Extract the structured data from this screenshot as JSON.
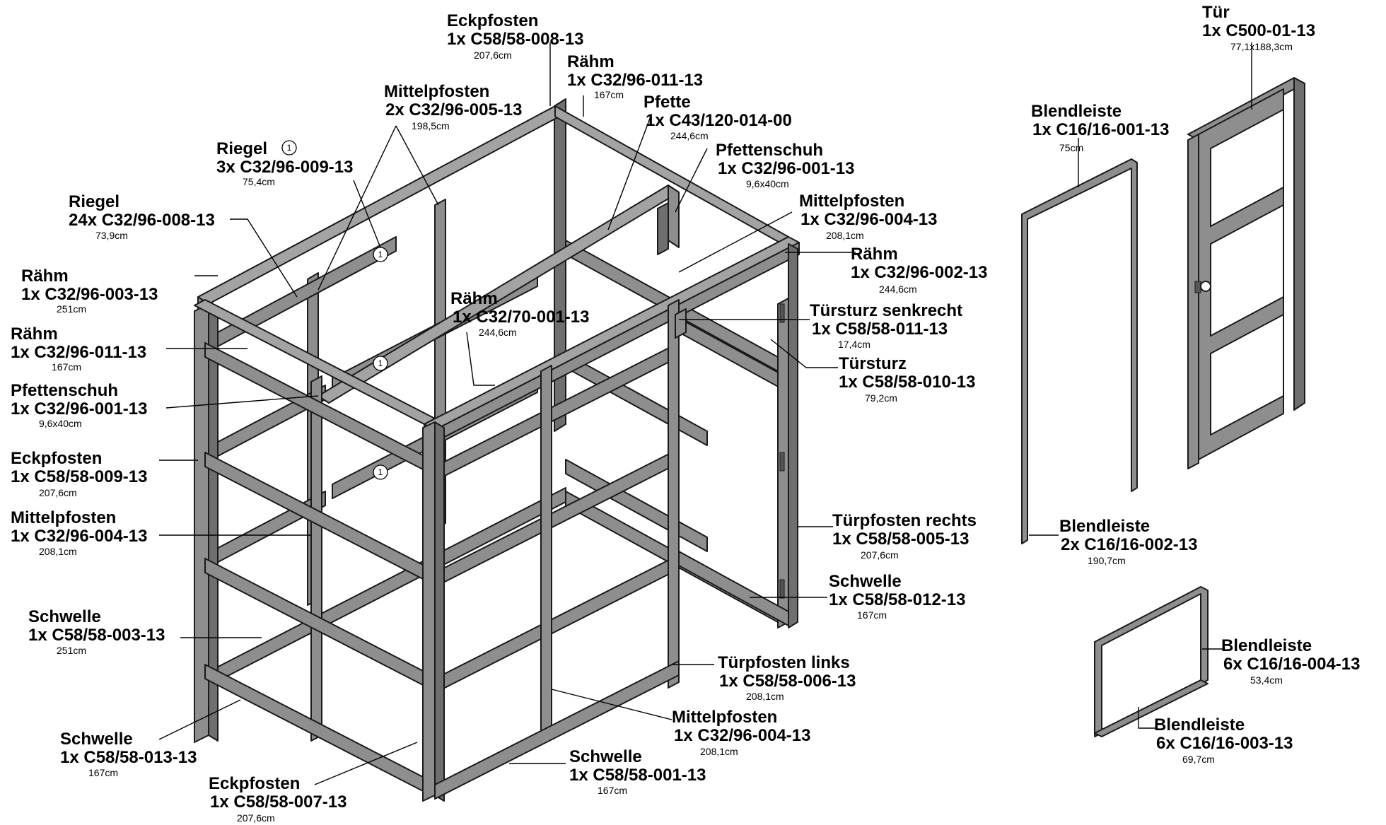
{
  "labels": {
    "eckpfosten_top": {
      "name": "Eckpfosten",
      "code": "1x C58/58-008-13",
      "dim": "207,6cm"
    },
    "raehm_top": {
      "name": "Rähm",
      "code": "1x C32/96-011-13",
      "dim": "167cm"
    },
    "mittelpfosten_top": {
      "name": "Mittelpfosten",
      "code": "2x C32/96-005-13",
      "dim": "198,5cm"
    },
    "pfette": {
      "name": "Pfette",
      "code": "1x C43/120-014-00",
      "dim": "244,6cm"
    },
    "riegel_1": {
      "name": "Riegel",
      "marker": "1",
      "code": "3x C32/96-009-13",
      "dim": "75,4cm"
    },
    "pfettenschuh_top": {
      "name": "Pfettenschuh",
      "code": "1x C32/96-001-13",
      "dim": "9,6x40cm"
    },
    "riegel_24": {
      "name": "Riegel",
      "code": "24x C32/96-008-13",
      "dim": "73,9cm"
    },
    "mittelpfosten_right_top": {
      "name": "Mittelpfosten",
      "code": "1x C32/96-004-13",
      "dim": "208,1cm"
    },
    "raehm_left": {
      "name": "Rähm",
      "code": "1x C32/96-003-13",
      "dim": "251cm"
    },
    "raehm_right": {
      "name": "Rähm",
      "code": "1x C32/96-002-13",
      "dim": "244,6cm"
    },
    "raehm_front": {
      "name": "Rähm",
      "code": "1x C32/70-001-13",
      "dim": "244,6cm"
    },
    "raehm_left2": {
      "name": "Rähm",
      "code": "1x C32/96-011-13",
      "dim": "167cm"
    },
    "tuersturz_senkrecht": {
      "name": "Türsturz senkrecht",
      "code": "1x C58/58-011-13",
      "dim": "17,4cm"
    },
    "tuersturz": {
      "name": "Türsturz",
      "code": "1x C58/58-010-13",
      "dim": "79,2cm"
    },
    "pfettenschuh_left": {
      "name": "Pfettenschuh",
      "code": "1x C32/96-001-13",
      "dim": "9,6x40cm"
    },
    "eckpfosten_left": {
      "name": "Eckpfosten",
      "code": "1x C58/58-009-13",
      "dim": "207,6cm"
    },
    "mittelpfosten_left": {
      "name": "Mittelpfosten",
      "code": "1x C32/96-004-13",
      "dim": "208,1cm"
    },
    "tuerpfosten_rechts": {
      "name": "Türpfosten rechts",
      "code": "1x C58/58-005-13",
      "dim": "207,6cm"
    },
    "schwelle_right": {
      "name": "Schwelle",
      "code": "1x C58/58-012-13",
      "dim": "167cm"
    },
    "schwelle_left": {
      "name": "Schwelle",
      "code": "1x C58/58-003-13",
      "dim": "251cm"
    },
    "tuerpfosten_links": {
      "name": "Türpfosten links",
      "code": "1x C58/58-006-13",
      "dim": "208,1cm"
    },
    "mittelpfosten_bottom": {
      "name": "Mittelpfosten",
      "code": "1x C32/96-004-13",
      "dim": "208,1cm"
    },
    "schwelle_front_left": {
      "name": "Schwelle",
      "code": "1x C58/58-013-13",
      "dim": "167cm"
    },
    "schwelle_front": {
      "name": "Schwelle",
      "code": "1x C58/58-001-13",
      "dim": "167cm"
    },
    "eckpfosten_bottom": {
      "name": "Eckpfosten",
      "code": "1x C58/58-007-13",
      "dim": "207,6cm"
    },
    "tuer": {
      "name": "Tür",
      "code": "1x C500-01-13",
      "dim": "77,1x188,3cm"
    },
    "blendleiste_top": {
      "name": "Blendleiste",
      "code": "1x C16/16-001-13",
      "dim": "75cm"
    },
    "blendleiste_side": {
      "name": "Blendleiste",
      "code": "2x C16/16-002-13",
      "dim": "190,7cm"
    },
    "blendleiste_004": {
      "name": "Blendleiste",
      "code": "6x C16/16-004-13",
      "dim": "53,4cm"
    },
    "blendleiste_003": {
      "name": "Blendleiste",
      "code": "6x C16/16-003-13",
      "dim": "69,7cm"
    }
  },
  "frame_markers": [
    "1",
    "1",
    "1"
  ],
  "colors": {
    "wood": "#8e8e8e",
    "wood_dark": "#6f6f6f",
    "wood_light": "#a3a3a3",
    "outline": "#1a1a1a"
  }
}
